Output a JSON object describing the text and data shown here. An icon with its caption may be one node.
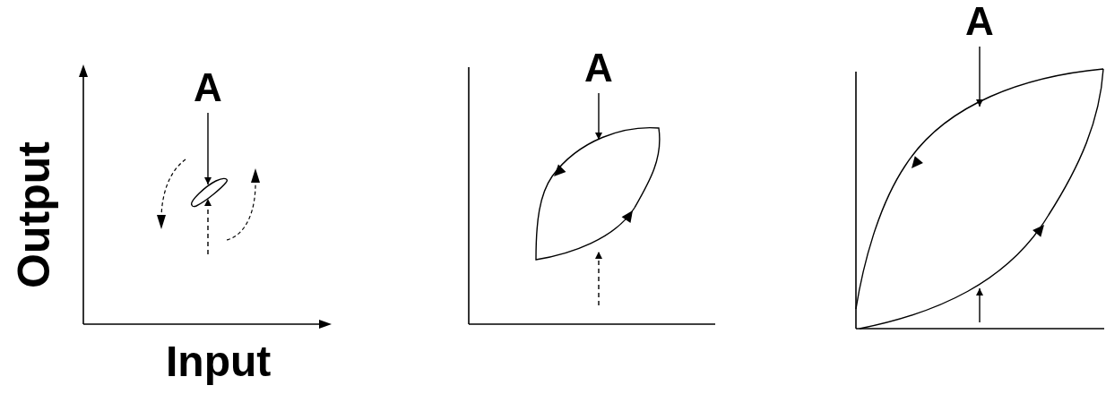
{
  "diagram": {
    "nodes": [
      {
        "text": [
          "A"
        ]
      },
      {
        "text": [],
        "shape": "picture"
      },
      {
        "text": [
          "A"
        ]
      },
      {
        "text": [],
        "shape": "picture"
      },
      {
        "text": [
          "A"
        ]
      },
      {
        "text": [],
        "shape": "picture"
      }
    ],
    "edges": [
      {
        "from": 0,
        "to": 1,
        "arrow": "to"
      },
      {
        "from": null,
        "to": 1,
        "arrow": "to",
        "style": "dashed"
      },
      {
        "from": 2,
        "to": 3,
        "arrow": "to"
      },
      {
        "from": null,
        "to": 3,
        "arrow": "to",
        "style": "dashed"
      },
      {
        "from": 4,
        "to": 5,
        "arrow": "to"
      },
      {
        "from": null,
        "to": 5,
        "arrow": "to"
      }
    ],
    "labels": [
      "Output",
      "Input"
    ]
  }
}
